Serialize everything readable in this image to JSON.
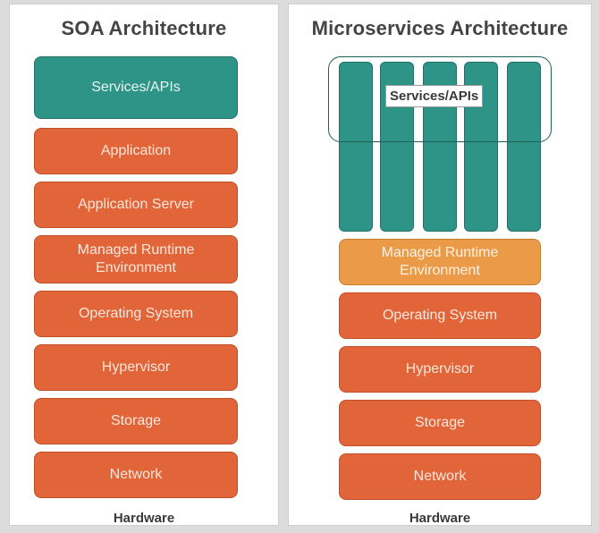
{
  "soa": {
    "title": "SOA Architecture",
    "layers": {
      "services": "Services/APIs",
      "application": "Application",
      "app_server": "Application Server",
      "runtime": "Managed Runtime Environment",
      "os": "Operating System",
      "hypervisor": "Hypervisor",
      "storage": "Storage",
      "network": "Network"
    },
    "hardware": "Hardware"
  },
  "microservices": {
    "title": "Microservices Architecture",
    "services_label": "Services/APIs",
    "service_count": 5,
    "layers": {
      "runtime": "Managed Runtime Environment",
      "os": "Operating System",
      "hypervisor": "Hypervisor",
      "storage": "Storage",
      "network": "Network"
    },
    "hardware": "Hardware"
  },
  "colors": {
    "teal": "#2e9488",
    "orange": "#e2653a",
    "light_orange": "#eb9a48"
  }
}
